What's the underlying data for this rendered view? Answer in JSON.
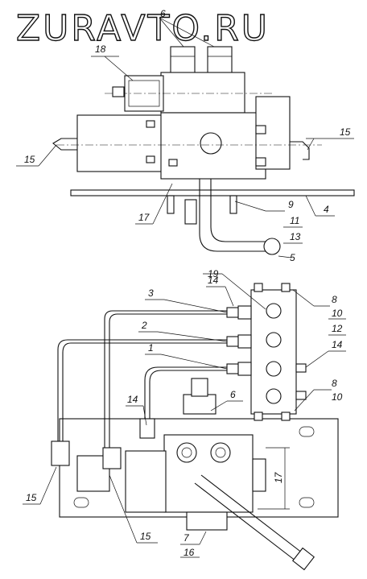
{
  "watermark": "ZURAVTO.RU",
  "callouts": {
    "top": {
      "n6": "6",
      "n18": "18",
      "n15a": "15",
      "n15b": "15",
      "n17": "17",
      "n9": "9",
      "n11": "11",
      "n13": "13",
      "n4": "4",
      "n5": "5"
    },
    "bottom": {
      "n19": "19",
      "n8a": "8",
      "n10a": "10",
      "n12": "12",
      "n3": "3",
      "n14a": "14",
      "n2": "2",
      "n1": "1",
      "n14b": "14",
      "n14c": "14",
      "n6": "6",
      "n8b": "8",
      "n10b": "10",
      "n15a": "15",
      "n15b": "15",
      "n7": "7",
      "n16": "16",
      "dim": "17"
    }
  }
}
